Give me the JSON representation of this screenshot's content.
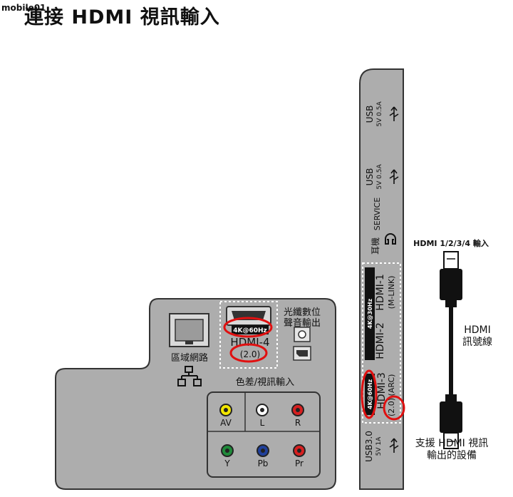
{
  "header": {
    "logo": "mobile01",
    "title": "連接 HDMI 視訊輸入"
  },
  "tv_side_panel": {
    "usb1": {
      "label": "USB",
      "sub": "5V 0.5A"
    },
    "usb2": {
      "label": "USB",
      "sub": "5V 0.5A"
    },
    "service": "SERVICE",
    "headphone": "耳機",
    "hdmi1": {
      "label": "HDMI-1",
      "sub": "(M-LINK)"
    },
    "hdmi2": {
      "label": "HDMI-2"
    },
    "hdmi_badge_top": "4K@30Hz",
    "hdmi3": {
      "label": "HDMI-3",
      "sub": "(ARC)",
      "version": "(2.0)",
      "badge": "4K@60Hz"
    },
    "usb3": {
      "label": "USB3.0",
      "sub": "5V 1A"
    }
  },
  "tv_back_panel": {
    "lan_label": "區域網路",
    "hdmi4": {
      "label": "HDMI-4",
      "version": "(2.0)",
      "badge": "4K@60Hz"
    },
    "optical_label_1": "光纖數位",
    "optical_label_2": "聲音輸出",
    "component_title": "色差/視訊輸入",
    "jacks": [
      {
        "label": "AV",
        "color": "#f2e600"
      },
      {
        "label": "L",
        "color": "#ffffff"
      },
      {
        "label": "R",
        "color": "#d62020"
      },
      {
        "label": "Y",
        "color": "#1f8a3a"
      },
      {
        "label": "Pb",
        "color": "#1f3f9a"
      },
      {
        "label": "Pr",
        "color": "#d62020"
      }
    ]
  },
  "cable": {
    "top_label": "HDMI 1/2/3/4 輸入",
    "middle_label_1": "HDMI",
    "middle_label_2": "訊號線",
    "bottom_label_1": "支援 HDMI 視訊",
    "bottom_label_2": "輸出的設備"
  },
  "colors": {
    "panel_gray": "#adadad",
    "panel_stroke": "#333333",
    "highlight_red": "#e01010"
  }
}
